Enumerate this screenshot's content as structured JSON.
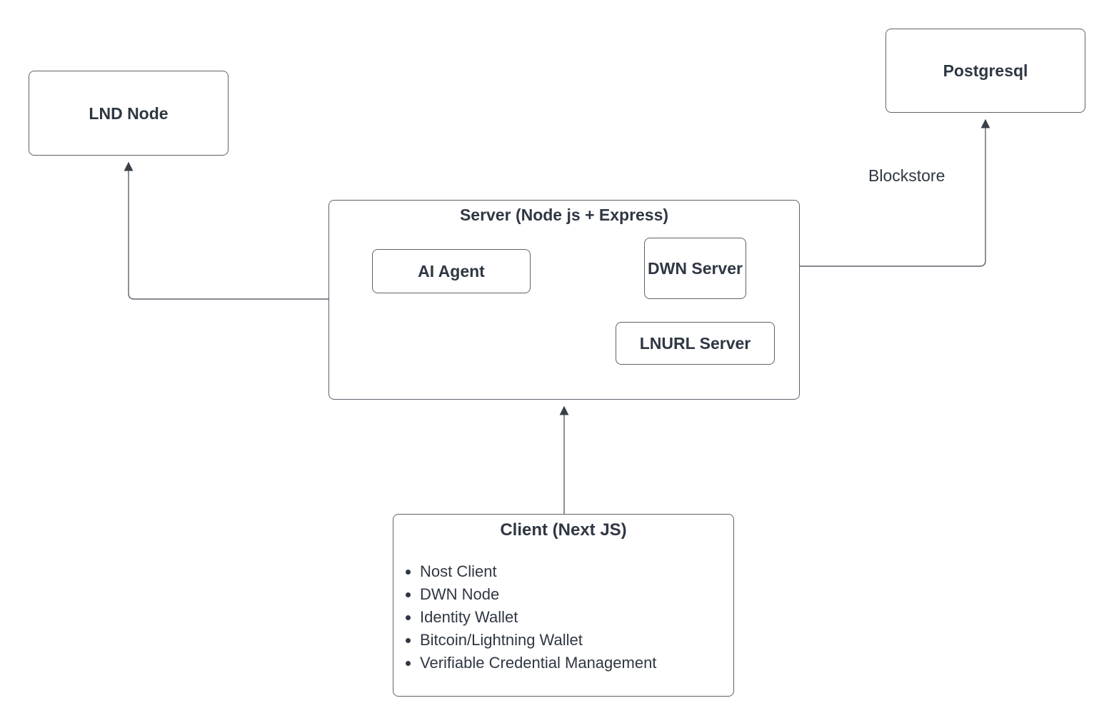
{
  "colors": {
    "text": "#2f3743",
    "border": "#5d626b",
    "line": "#5d626b",
    "arrow": "#384049",
    "bg": "#ffffff"
  },
  "nodes": {
    "lnd_node": {
      "label": "LND Node"
    },
    "postgresql": {
      "label": "Postgresql"
    },
    "server": {
      "title": "Server (Node js + Express)",
      "ai_agent_label": "AI Agent",
      "dwn_server_label": "DWN Server",
      "lnurl_server_label": "LNURL Server"
    },
    "client": {
      "title": "Client (Next JS)",
      "items": [
        "Nost Client",
        "DWN Node",
        "Identity Wallet",
        "Bitcoin/Lightning Wallet",
        "Verifiable Credential Management"
      ]
    }
  },
  "edges": [
    {
      "from": "Server (Node js + Express)",
      "to": "LND Node",
      "label": ""
    },
    {
      "from": "DWN Server",
      "to": "Postgresql",
      "label": "Blockstore"
    },
    {
      "from": "Client (Next JS)",
      "to": "Server (Node js + Express)",
      "label": ""
    }
  ]
}
